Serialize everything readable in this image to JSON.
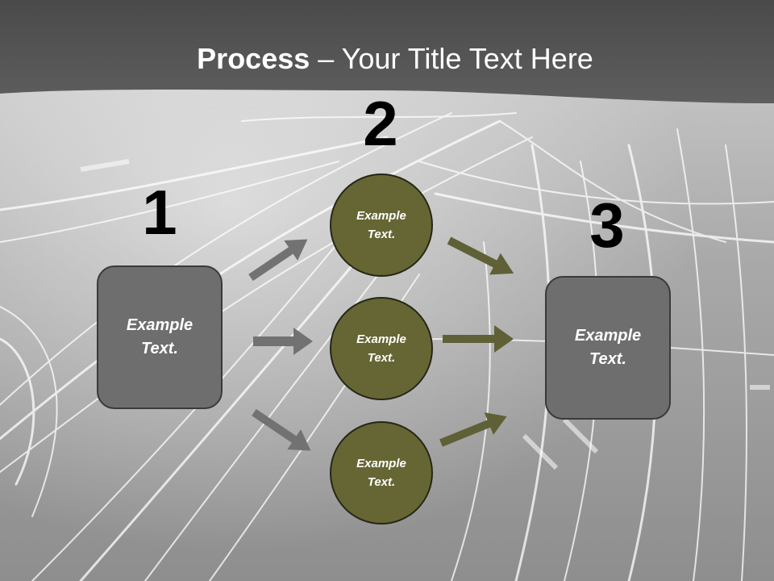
{
  "slide": {
    "title_bold": "Process",
    "title_rest": " – Your Title Text Here",
    "numbers": [
      "1",
      "2",
      "3"
    ],
    "left_box": "Example Text.",
    "right_box": "Example Text.",
    "circles": [
      "Example Text.",
      "Example Text.",
      "Example Text."
    ]
  },
  "colors": {
    "header": "#5a5a5a",
    "box_fill": "#6e6e6e",
    "circle_fill": "#656633",
    "gray_arrow": "#727272",
    "olive_arrow": "#5f6036"
  }
}
